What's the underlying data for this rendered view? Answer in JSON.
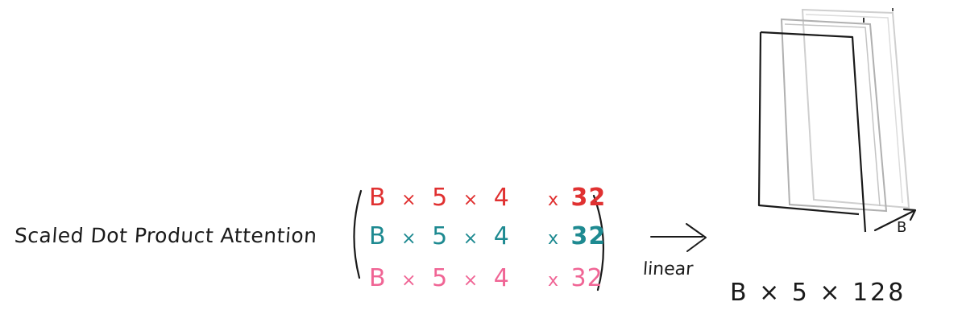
{
  "function_label": "Scaled Dot Product Attention",
  "rows": [
    {
      "b": "B",
      "x1": "×",
      "d1": "5",
      "x2": "×",
      "d2": "4",
      "x3": "x",
      "d3": "32",
      "color": "#e03131"
    },
    {
      "b": "B",
      "x1": "×",
      "d1": "5",
      "x2": "×",
      "d2": "4",
      "x3": "x",
      "d3": "32",
      "color": "#1e8a91"
    },
    {
      "b": "B",
      "x1": "×",
      "d1": "5",
      "x2": "×",
      "d2": "4",
      "x3": "x",
      "d3": "32",
      "color": "#f06595"
    }
  ],
  "arrow_label": "linear",
  "output_shape": "B × 5 × 128",
  "depth_label": "B",
  "colors": {
    "ink": "#1a1a1a",
    "panel_back": "#bdbdbd",
    "panel_mid": "#8a8a8a"
  }
}
